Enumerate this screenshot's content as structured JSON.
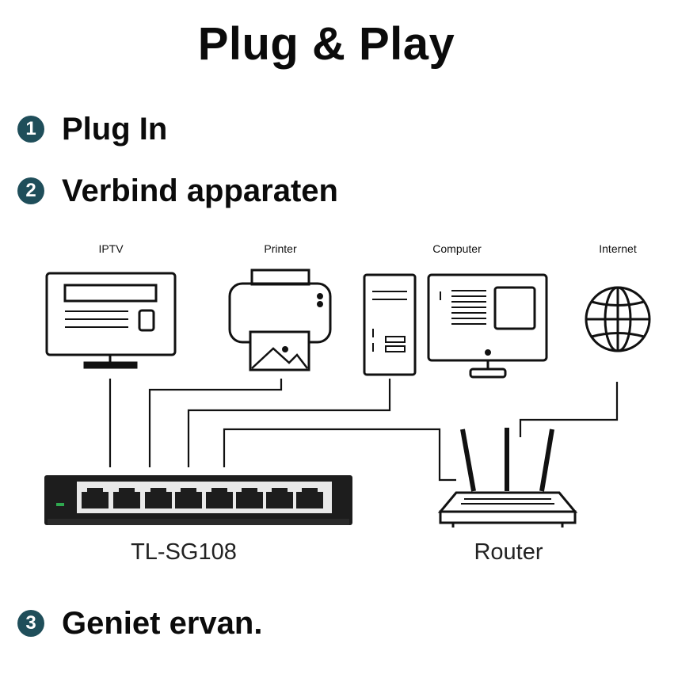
{
  "title": "Plug & Play",
  "steps": [
    {
      "number": "1",
      "text": "Plug In"
    },
    {
      "number": "2",
      "text": "Verbind apparaten"
    },
    {
      "number": "3",
      "text": "Geniet ervan."
    }
  ],
  "devices": {
    "iptv": "IPTV",
    "printer": "Printer",
    "computer": "Computer",
    "internet": "Internet"
  },
  "switch_label": "TL-SG108",
  "router_label": "Router",
  "colors": {
    "step_badge": "#1f4e5a",
    "switch_body": "#1d1d1d",
    "switch_led": "#2fa84f",
    "line": "#111111"
  }
}
